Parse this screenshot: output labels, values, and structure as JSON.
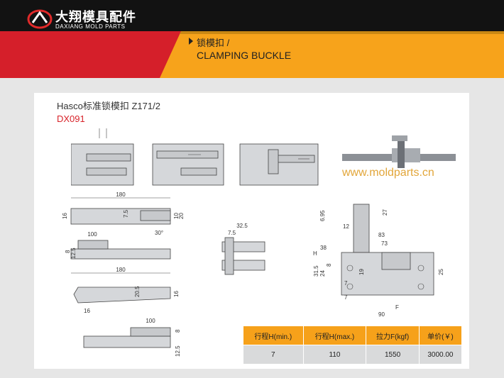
{
  "brand": {
    "name_cn": "大翔模具配件",
    "name_en": "DAXIANG MOLD PARTS"
  },
  "section": {
    "title_cn": "锁模扣 /",
    "title_en": "CLAMPING BUCKLE"
  },
  "product": {
    "title": "Hasco标准锁模扣 Z171/2",
    "code": "DX091",
    "website": "www.moldparts.cn"
  },
  "dimensions": {
    "d180a": "180",
    "d16": "16",
    "d75": "7.5",
    "d10": "10",
    "d20": "20",
    "d30": "30°",
    "d100a": "100",
    "d8a": "8",
    "d125a": "12.5",
    "d180b": "180",
    "d205": "20.5",
    "d16b": "16",
    "d16c": "16",
    "d100b": "100",
    "d8b": "8",
    "d125b": "12.5",
    "d325": "32.5",
    "d75b": "7.5",
    "d695": "6.95",
    "d27": "27",
    "d12": "12",
    "d83": "83",
    "d38": "38",
    "d73": "73",
    "dH": "H",
    "d315": "31.5",
    "d24": "24",
    "d8c": "8",
    "d19": "19",
    "d25": "25",
    "d7a": "7",
    "d7b": "7",
    "dF": "F",
    "d90": "90"
  },
  "table": {
    "headers": [
      "行程H(min.)",
      "行程H(max.)",
      "拉力F(kgf)",
      "单价(￥)"
    ],
    "rows": [
      [
        "7",
        "110",
        "1550",
        "3000.00"
      ]
    ]
  },
  "colors": {
    "accent_orange": "#f6a11a",
    "dark_bar": "#111111",
    "brand_red": "#c8102e"
  }
}
